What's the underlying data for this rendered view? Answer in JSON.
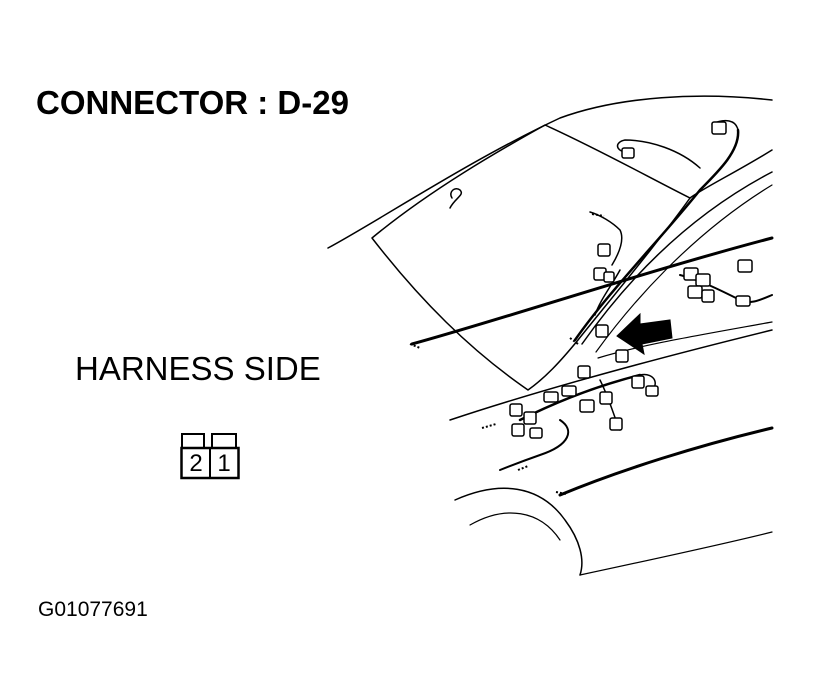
{
  "header": {
    "title": "CONNECTOR : D-29"
  },
  "connector_view": {
    "label": "HARNESS SIDE",
    "pins": [
      "2",
      "1"
    ]
  },
  "footer": {
    "figure_id": "G01077691"
  },
  "colors": {
    "line": "#000000",
    "background": "#ffffff"
  }
}
